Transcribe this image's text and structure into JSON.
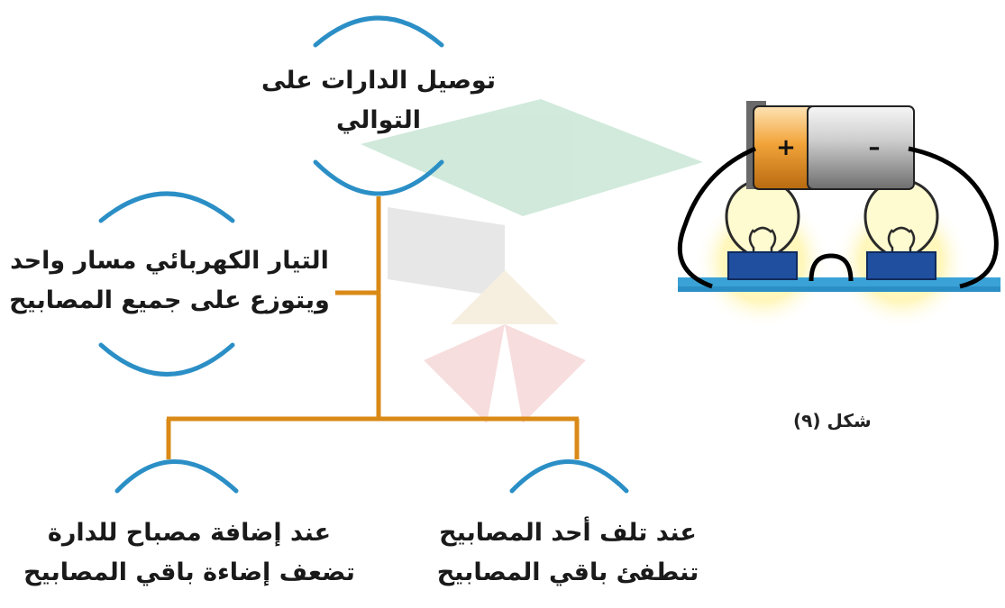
{
  "diagram": {
    "root": {
      "line1": "توصيل الدارات على",
      "line2": "التوالي"
    },
    "current_note": {
      "line1": "التيار الكهربائي مسار واحد",
      "line2": "ويتوزع على جميع المصابيح"
    },
    "add_lamp": {
      "line1": "عند إضافة مصباح للدارة",
      "line2": "تضعف إضاءة باقي المصابيح"
    },
    "lamp_fails": {
      "line1": "عند تلف أحد المصابيح",
      "line2": "تنطفئ باقي المصابيح"
    }
  },
  "figure": {
    "caption": "شكل (٩)",
    "battery_plus": "+",
    "battery_minus": "–"
  },
  "colors": {
    "arc_blue": "#2b8fc6",
    "tree_orange": "#d98a17",
    "bulb_base": "#1f4f9e",
    "board_blue": "#3aa2d6",
    "battery_orange": "#f2a43a"
  }
}
